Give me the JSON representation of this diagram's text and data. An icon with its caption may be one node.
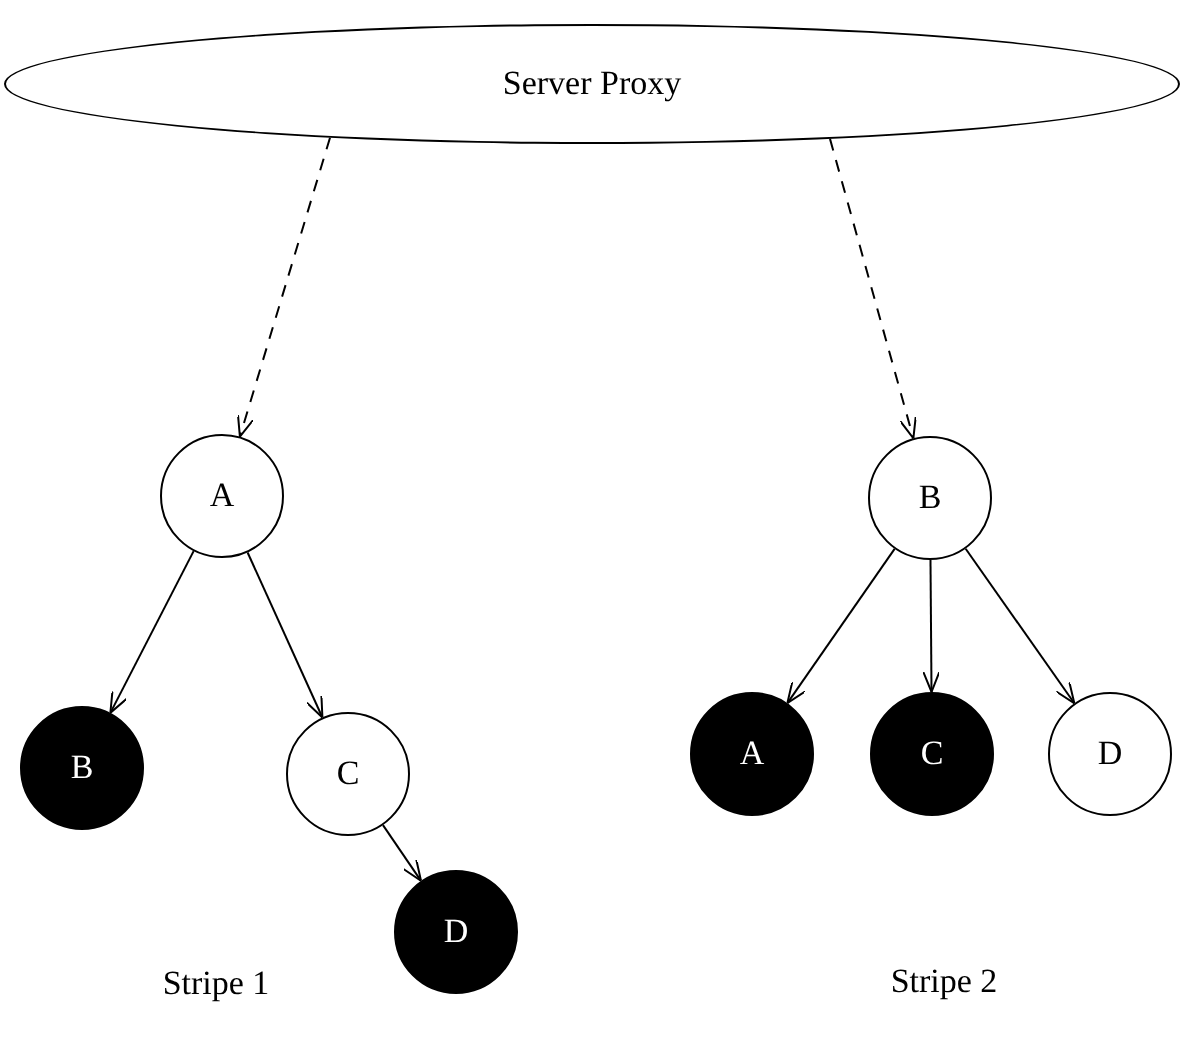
{
  "diagram": {
    "nodes": [
      {
        "text": [
          "Server Proxy"
        ]
      },
      {
        "text": [
          "A"
        ]
      },
      {
        "text": [
          "B"
        ]
      },
      {
        "text": [
          "C"
        ]
      },
      {
        "text": [
          "D"
        ]
      },
      {
        "text": [
          "B"
        ]
      },
      {
        "text": [
          "A"
        ]
      },
      {
        "text": [
          "C"
        ]
      },
      {
        "text": [
          "D"
        ]
      }
    ],
    "edges": [
      {
        "from": 0,
        "to": 1,
        "arrow": "to",
        "style": "dashed"
      },
      {
        "from": 0,
        "to": 5,
        "arrow": "to",
        "style": "dashed"
      },
      {
        "from": 1,
        "to": 2,
        "arrow": "to"
      },
      {
        "from": 1,
        "to": 3,
        "arrow": "to"
      },
      {
        "from": 3,
        "to": 4,
        "arrow": "to"
      },
      {
        "from": 5,
        "to": 6,
        "arrow": "to"
      },
      {
        "from": 5,
        "to": 7,
        "arrow": "to"
      },
      {
        "from": 5,
        "to": 8,
        "arrow": "to"
      }
    ],
    "labels": [
      "Stripe 1",
      "Stripe 2"
    ]
  }
}
